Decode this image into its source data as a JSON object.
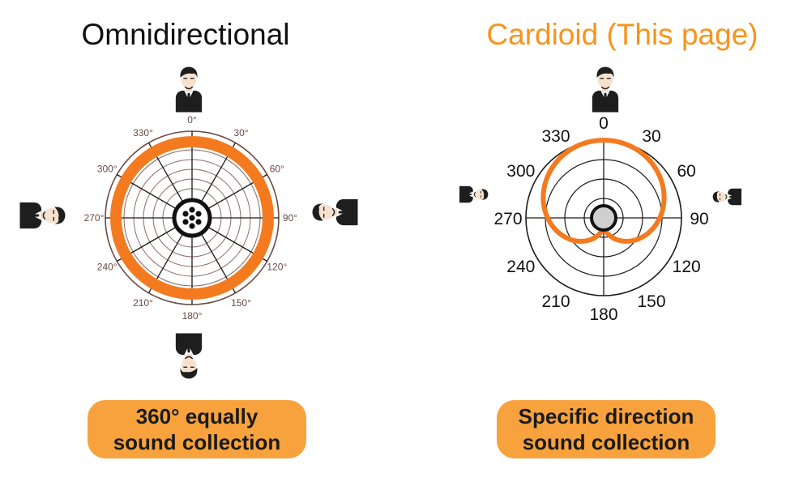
{
  "left_panel": {
    "title": "Omnidirectional",
    "caption_lines": [
      "360° equally",
      "sound collection"
    ],
    "angle_labels": [
      "0°",
      "30°",
      "60°",
      "90°",
      "120°",
      "150°",
      "180°",
      "210°",
      "240°",
      "270°",
      "300°",
      "330°"
    ],
    "pattern": "omnidirectional",
    "pattern_color": "#f47a1f"
  },
  "right_panel": {
    "title": "Cardioid (This page)",
    "caption_lines": [
      "Specific direction",
      "sound collection"
    ],
    "angle_labels": [
      "0",
      "30",
      "60",
      "90",
      "120",
      "150",
      "180",
      "210",
      "240",
      "270",
      "300",
      "330"
    ],
    "pattern": "cardioid",
    "pattern_color": "#f47a1f"
  },
  "colors": {
    "title_left": "#111111",
    "title_right": "#f7941d",
    "caption_bg": "#f7a23c",
    "grid_line": "#1a1a1a",
    "grid_ring_left": "#7a5a55"
  },
  "icons": {
    "person": "person-icon",
    "mic_capsule": "microphone-capsule-icon"
  }
}
